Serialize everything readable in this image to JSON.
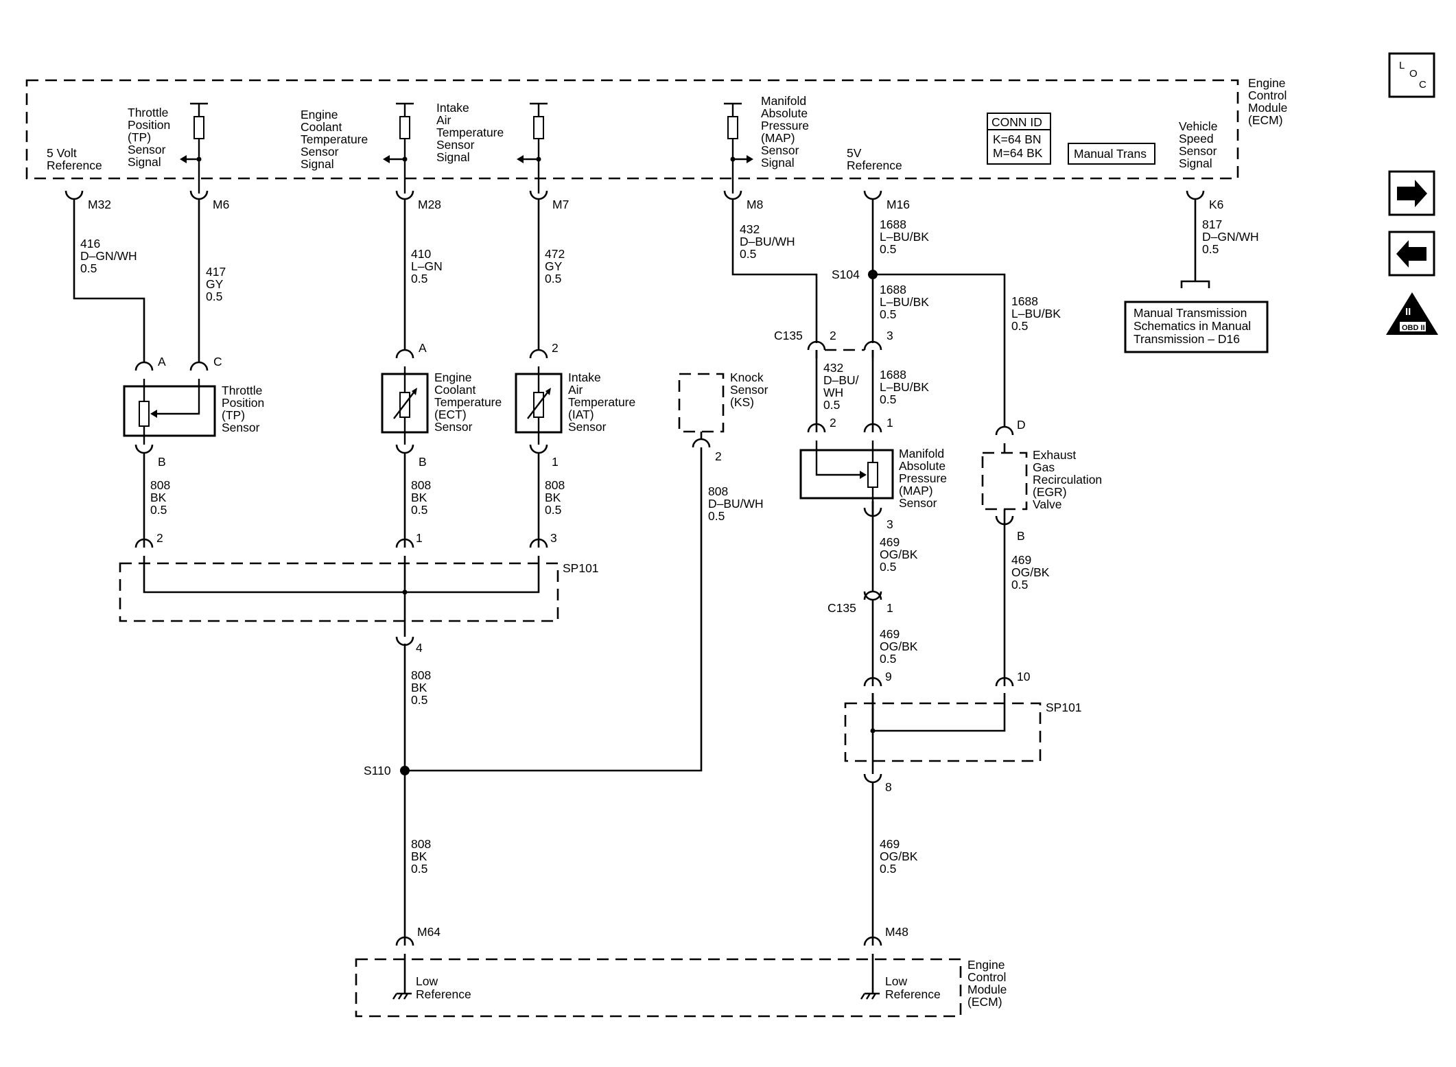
{
  "ecm": {
    "title": [
      "Engine",
      "Control",
      "Module",
      "(ECM)"
    ],
    "tp_signal": [
      "Throttle",
      "Position",
      "(TP)",
      "Sensor",
      "Signal"
    ],
    "five_volt": [
      "5 Volt",
      "Reference"
    ],
    "ect_signal": [
      "Engine",
      "Coolant",
      "Temperature",
      "Sensor",
      "Signal"
    ],
    "iat_signal": [
      "Intake",
      "Air",
      "Temperature",
      "Sensor",
      "Signal"
    ],
    "map_signal": [
      "Manifold",
      "Absolute",
      "Pressure",
      "(MAP)",
      "Sensor",
      "Signal"
    ],
    "v5_ref": [
      "5V",
      "Reference"
    ],
    "conn_id": {
      "title": "CONN ID",
      "lines": [
        "K=64 BN",
        "M=64 BK"
      ]
    },
    "manual_trans": "Manual Trans",
    "vss_signal": [
      "Vehicle",
      "Speed",
      "Sensor",
      "Signal"
    ]
  },
  "pins": {
    "m32": "M32",
    "m6": "M6",
    "m28": "M28",
    "m7": "M7",
    "m8": "M8",
    "m16": "M16",
    "k6": "K6",
    "m64": "M64",
    "m48": "M48"
  },
  "wires": {
    "w416": [
      "416",
      "D–GN/WH",
      "0.5"
    ],
    "w417": [
      "417",
      "GY",
      "0.5"
    ],
    "w410": [
      "410",
      "L–GN",
      "0.5"
    ],
    "w472": [
      "472",
      "GY",
      "0.5"
    ],
    "w432_top": [
      "432",
      "D–BU/WH",
      "0.5"
    ],
    "w1688_top": [
      "1688",
      "L–BU/BK",
      "0.5"
    ],
    "w817": [
      "817",
      "D–GN/WH",
      "0.5"
    ],
    "w1688_mid": [
      "1688",
      "L–BU/BK",
      "0.5"
    ],
    "w1688_egr": [
      "1688",
      "L–BU/BK",
      "0.5"
    ],
    "w432_map": [
      "432",
      "D–BU/",
      "WH",
      "0.5"
    ],
    "w1688_map": [
      "1688",
      "L–BU/BK",
      "0.5"
    ],
    "w808_tp": [
      "808",
      "BK",
      "0.5"
    ],
    "w808_ect": [
      "808",
      "BK",
      "0.5"
    ],
    "w808_iat": [
      "808",
      "BK",
      "0.5"
    ],
    "w808_ks": [
      "808",
      "D–BU/WH",
      "0.5"
    ],
    "w469_map": [
      "469",
      "OG/BK",
      "0.5"
    ],
    "w469_egr": [
      "469",
      "OG/BK",
      "0.5"
    ],
    "w469_c135": [
      "469",
      "OG/BK",
      "0.5"
    ],
    "w808_sp": [
      "808",
      "BK",
      "0.5"
    ],
    "w808_low": [
      "808",
      "BK",
      "0.5"
    ],
    "w469_low": [
      "469",
      "OG/BK",
      "0.5"
    ]
  },
  "components": {
    "tp_sensor": [
      "Throttle",
      "Position",
      "(TP)",
      "Sensor"
    ],
    "ect_sensor": [
      "Engine",
      "Coolant",
      "Temperature",
      "(ECT)",
      "Sensor"
    ],
    "iat_sensor": [
      "Intake",
      "Air",
      "Temperature",
      "(IAT)",
      "Sensor"
    ],
    "ks_sensor": [
      "Knock",
      "Sensor",
      "(KS)"
    ],
    "map_sensor": [
      "Manifold",
      "Absolute",
      "Pressure",
      "(MAP)",
      "Sensor"
    ],
    "egr_valve": [
      "Exhaust",
      "Gas",
      "Recirculation",
      "(EGR)",
      "Valve"
    ],
    "manual_ref": [
      "Manual Transmission",
      "Schematics in Manual",
      "Transmission – D16"
    ]
  },
  "labels": {
    "tp_a": "A",
    "tp_c": "C",
    "tp_b": "B",
    "ect_a": "A",
    "ect_b": "B",
    "iat_2": "2",
    "iat_1": "1",
    "ks_2": "2",
    "sp101_left": "SP101",
    "sp101_right": "SP101",
    "sp_2": "2",
    "sp_1": "1",
    "sp_3": "3",
    "sp_4": "4",
    "s104": "S104",
    "s110": "S110",
    "c135_top": "C135",
    "c135_2": "2",
    "c135_3": "3",
    "map_2": "2",
    "map_1": "1",
    "map_3": "3",
    "egr_d": "D",
    "egr_b": "B",
    "c135_bottom": "C135",
    "c135_1": "1",
    "sp_9": "9",
    "sp_10": "10",
    "sp_8": "8",
    "low_ref_left": [
      "Low",
      "Reference"
    ],
    "low_ref_right": [
      "Low",
      "Reference"
    ],
    "ecm_bottom": [
      "Engine",
      "Control",
      "Module",
      "(ECM)"
    ]
  },
  "side_icons": {
    "loc": {
      "letters": [
        "L",
        "O",
        "C"
      ]
    },
    "obd": {
      "top": "II",
      "bottom": "OBD II"
    }
  }
}
